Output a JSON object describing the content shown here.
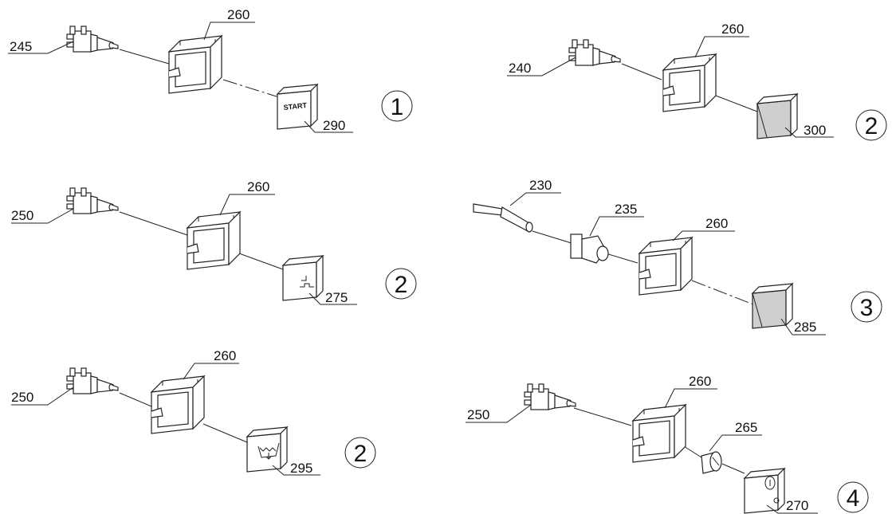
{
  "assemblies": [
    {
      "id": "1",
      "number": "1",
      "parts": [
        {
          "label": "245",
          "kind": "switch-body"
        },
        {
          "label": "260",
          "kind": "square-bezel"
        },
        {
          "label": "290",
          "kind": "start-button-cap",
          "cap_text": "START"
        }
      ]
    },
    {
      "id": "2a",
      "number": "2",
      "parts": [
        {
          "label": "240",
          "kind": "switch-body"
        },
        {
          "label": "260",
          "kind": "square-bezel"
        },
        {
          "label": "300",
          "kind": "shaded-button-cap"
        }
      ]
    },
    {
      "id": "2b",
      "number": "2",
      "parts": [
        {
          "label": "250",
          "kind": "switch-body"
        },
        {
          "label": "260",
          "kind": "square-bezel"
        },
        {
          "label": "275",
          "kind": "symbol-button-cap"
        }
      ]
    },
    {
      "id": "3",
      "number": "3",
      "parts": [
        {
          "label": "230",
          "kind": "lamp-holder"
        },
        {
          "label": "235",
          "kind": "lamp-socket"
        },
        {
          "label": "260",
          "kind": "square-bezel"
        },
        {
          "label": "285",
          "kind": "shaded-button-cap"
        }
      ]
    },
    {
      "id": "2c",
      "number": "2",
      "parts": [
        {
          "label": "250",
          "kind": "switch-body"
        },
        {
          "label": "260",
          "kind": "square-bezel"
        },
        {
          "label": "295",
          "kind": "symbol-button-cap"
        }
      ]
    },
    {
      "id": "4",
      "number": "4",
      "parts": [
        {
          "label": "250",
          "kind": "switch-body"
        },
        {
          "label": "260",
          "kind": "square-bezel"
        },
        {
          "label": "265",
          "kind": "knob-adapter"
        },
        {
          "label": "270",
          "kind": "knob-cap"
        }
      ]
    }
  ]
}
